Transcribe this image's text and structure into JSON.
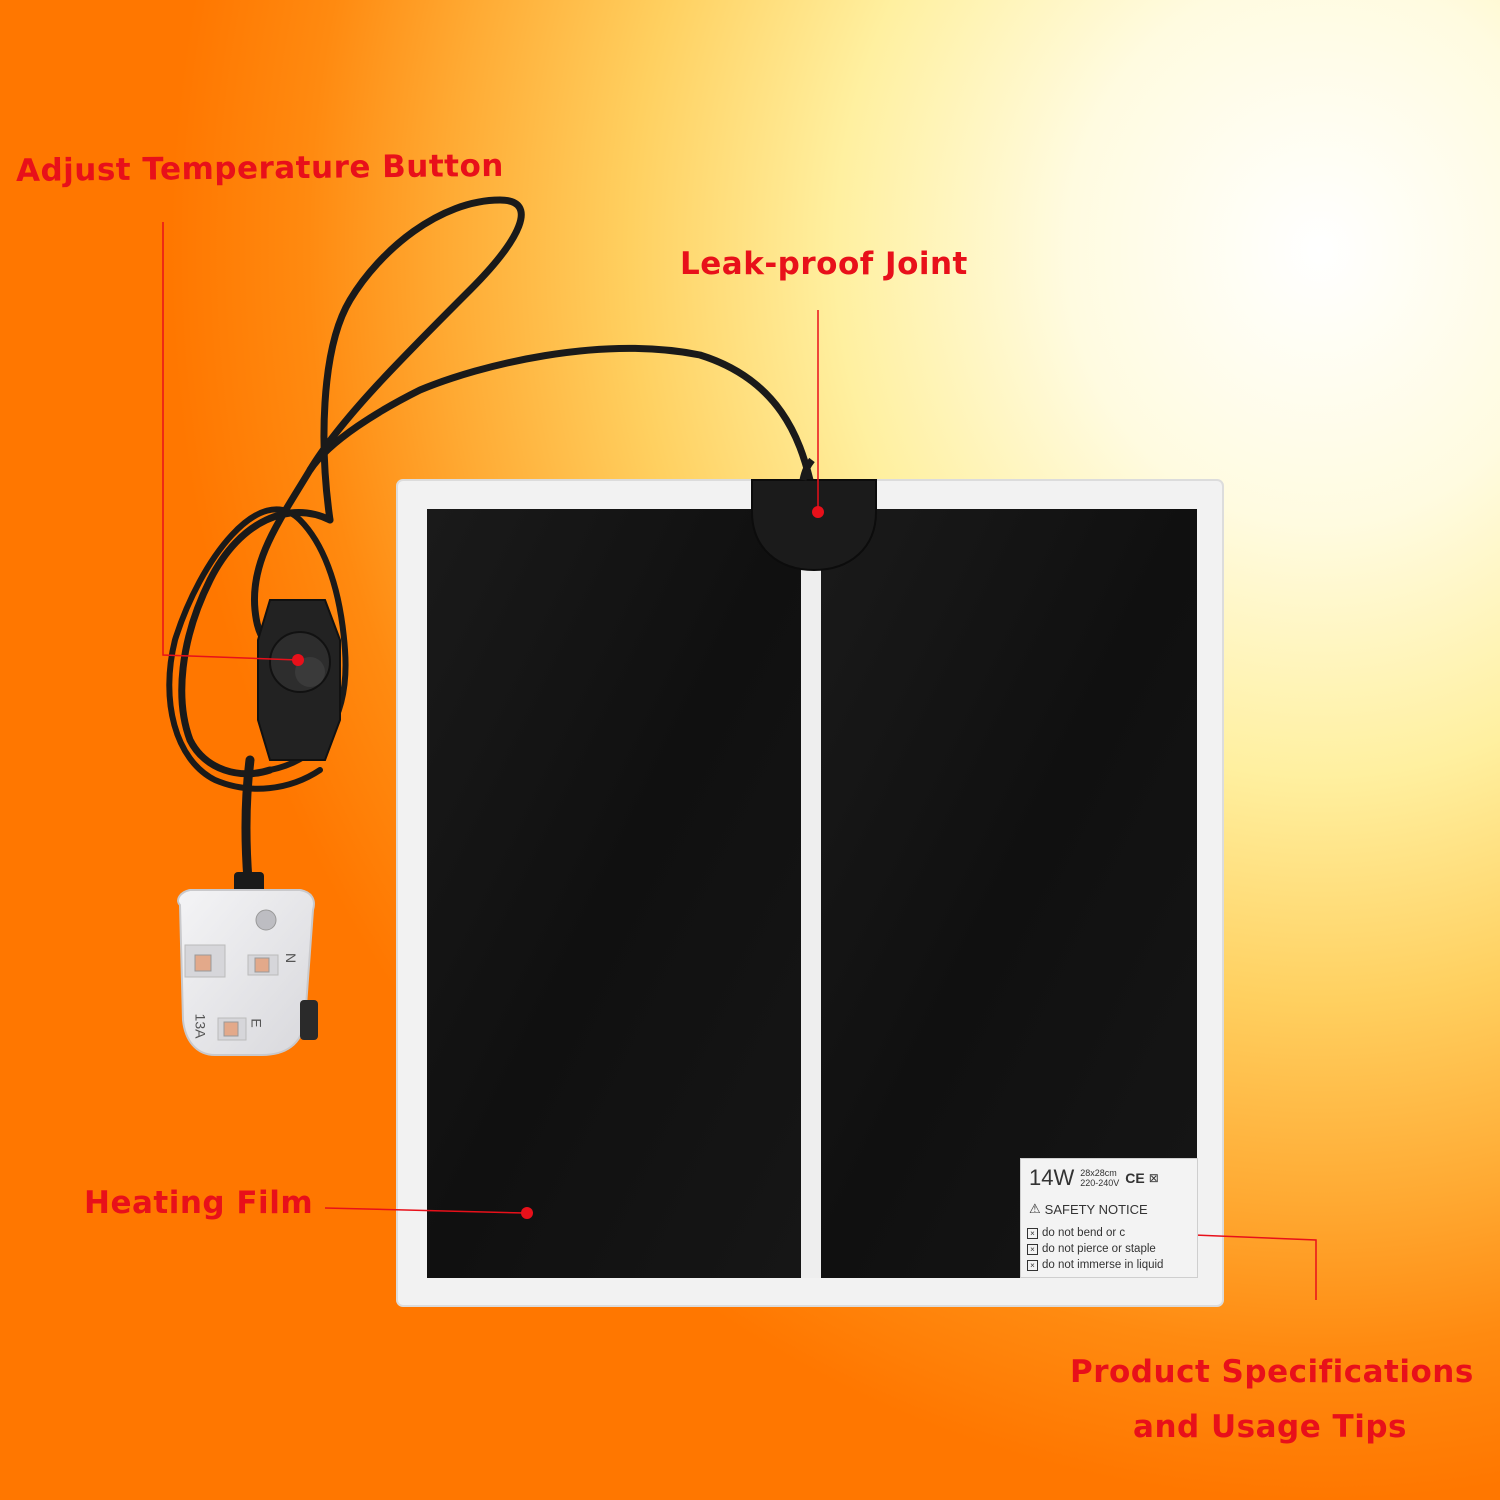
{
  "callouts": {
    "adjust_temperature": "Adjust Temperature Button",
    "leak_proof_joint": "Leak-proof Joint",
    "heating_film": "Heating Film",
    "product_specs_line1": "Product Specifications",
    "product_specs_line2": "and Usage Tips"
  },
  "sticker": {
    "wattage": "14W",
    "size": "28x28cm",
    "voltage": "220-240V",
    "ce_mark": "CE",
    "safety_title": "SAFETY NOTICE",
    "warnings": [
      "do not bend or c",
      "do not pierce or staple",
      "do not immerse in liquid"
    ]
  },
  "plug": {
    "rating": "13A",
    "terminal_n": "N",
    "terminal_e": "E"
  },
  "colors": {
    "callout_red": "#e8101a",
    "film_black": "#121212",
    "frame_white": "#f2f2f2",
    "background_orange": "#ff7a00",
    "background_light": "#fffbe0"
  }
}
